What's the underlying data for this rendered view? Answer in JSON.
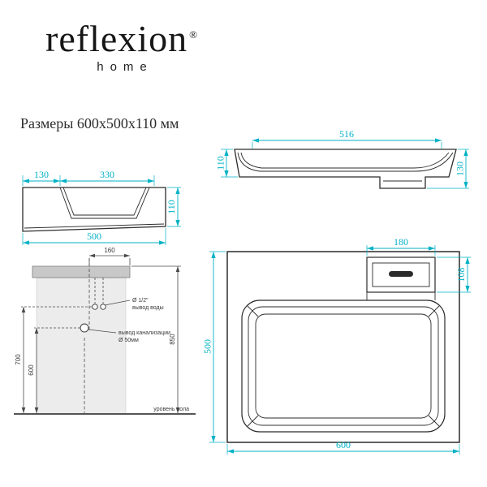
{
  "brand": {
    "name": "reflexion",
    "reg": "®",
    "sub": "home"
  },
  "title": "Размеры 600x500x110 мм",
  "colors": {
    "dimension": "#00b2c6",
    "outline": "#2b2b2b"
  },
  "views": {
    "side": {
      "d130": "130",
      "d330": "330",
      "d500": "500",
      "d110": "110"
    },
    "front": {
      "d516": "516",
      "d110": "110",
      "d130": "130"
    },
    "install": {
      "d160": "160",
      "d700": "700",
      "d600": "600",
      "d850": "850",
      "water_l1": "Ø 1/2\"",
      "water_l2": "вывод воды",
      "drain_l1": "вывод канализации",
      "drain_l2": "Ø 50мм",
      "floor": "уровень пола"
    },
    "top": {
      "d180": "180",
      "d108": "108",
      "d500": "500",
      "d600": "600"
    }
  }
}
